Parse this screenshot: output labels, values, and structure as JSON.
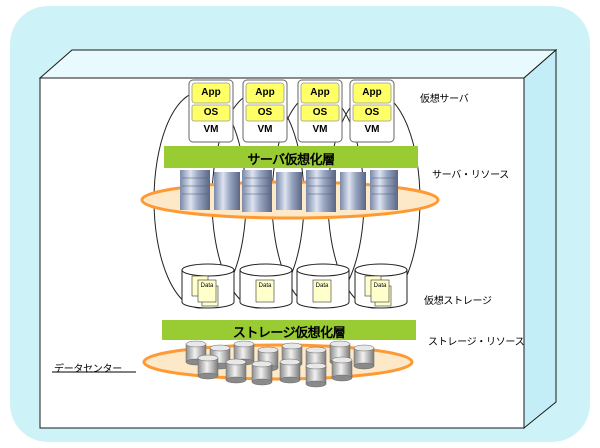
{
  "labels": {
    "virtual_server": "仮想サーバ",
    "server_resource": "サーバ・リソース",
    "virtual_storage": "仮想ストレージ",
    "storage_resource": "ストレージ・リソース",
    "datacenter": "データセンター"
  },
  "layers": {
    "server_virtualization": "サーバ仮想化層",
    "storage_virtualization": "ストレージ仮想化層"
  },
  "vms": [
    {
      "app": "App",
      "os": "OS",
      "vm": "VM"
    },
    {
      "app": "App",
      "os": "OS",
      "vm": "VM"
    },
    {
      "app": "App",
      "os": "OS",
      "vm": "VM"
    },
    {
      "app": "App",
      "os": "OS",
      "vm": "VM"
    }
  ],
  "storages": [
    {
      "doc": "Data"
    },
    {
      "doc": "Data"
    },
    {
      "doc": "Data"
    },
    {
      "doc": "Data"
    }
  ],
  "colors": {
    "outer_bg": "#cdf3f8",
    "box_front": "#ffffff",
    "box_side": "#c4eef7",
    "box_stroke": "#1a1a1a",
    "green_bar": "#99cc33",
    "yellow": "#ffff66",
    "orange": "#ff9933",
    "ellipse_fill": "#fde8c8"
  }
}
